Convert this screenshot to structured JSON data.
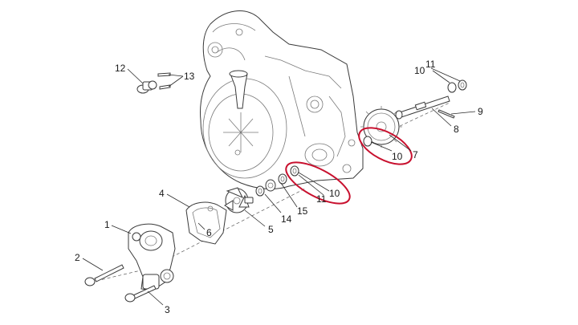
{
  "diagram": {
    "callouts": [
      {
        "id": "c1",
        "text": "1"
      },
      {
        "id": "c2",
        "text": "2"
      },
      {
        "id": "c3",
        "text": "3"
      },
      {
        "id": "c4",
        "text": "4"
      },
      {
        "id": "c5",
        "text": "5"
      },
      {
        "id": "c6",
        "text": "6"
      },
      {
        "id": "c7",
        "text": "7"
      },
      {
        "id": "c8",
        "text": "8"
      },
      {
        "id": "c9",
        "text": "9"
      },
      {
        "id": "c10a",
        "text": "10"
      },
      {
        "id": "c11a",
        "text": "11"
      },
      {
        "id": "c10b",
        "text": "10"
      },
      {
        "id": "c11b",
        "text": "11"
      },
      {
        "id": "c10c",
        "text": "10"
      },
      {
        "id": "c12",
        "text": "12"
      },
      {
        "id": "c13",
        "text": "13"
      },
      {
        "id": "c14",
        "text": "14"
      },
      {
        "id": "c15",
        "text": "15"
      }
    ],
    "highlight_color": "#c8102e"
  }
}
